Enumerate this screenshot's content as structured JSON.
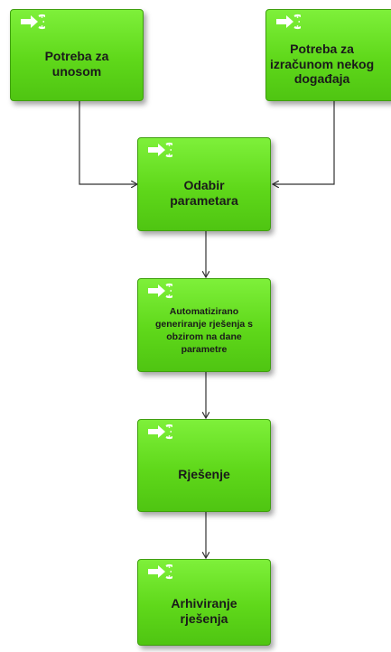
{
  "nodes": {
    "input_need": {
      "label": "Potreba za\nunosom"
    },
    "event_need": {
      "label": "Potreba za\nizračunom nekog\ndogađaja"
    },
    "param_select": {
      "label": "Odabir\nparametara"
    },
    "auto_generate": {
      "label": "Automatizirano\ngeneriranje rješenja s\nobzirom na dane\nparametre"
    },
    "solution": {
      "label": "Rješenje"
    },
    "archive": {
      "label": "Arhiviranje\nrješenja"
    }
  },
  "colors": {
    "node_fill": "#66de22",
    "node_border": "#3f9f0f",
    "connector": "#333333"
  }
}
